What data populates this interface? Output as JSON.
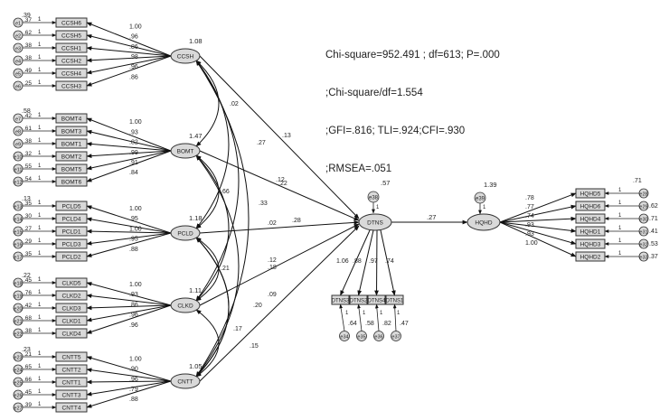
{
  "fit_stats": {
    "line1": "Chi-square=952.491 ; df=613; P=.000",
    "line2": ";Chi-square/df=1.554",
    "line3": ";GFI=.816; TLI=.924;CFI=.930",
    "line4": ";RMSEA=.051"
  },
  "latents": [
    {
      "id": "CCSH",
      "variance": "1.08"
    },
    {
      "id": "BOMT",
      "variance": "1.47"
    },
    {
      "id": "PCLD",
      "variance": "1.18"
    },
    {
      "id": "CLKD",
      "variance": "1.11"
    },
    {
      "id": "CNTT",
      "variance": "1.05"
    }
  ],
  "groups": [
    {
      "latent": "CCSH",
      "top_variance": ".39",
      "indicators": [
        "CCSH6",
        "CCSH5",
        "CCSH1",
        "CCSH2",
        "CCSH4",
        "CCSH3"
      ],
      "errors": [
        "e1",
        "e2",
        "e3",
        "e4",
        "e5",
        "e6"
      ],
      "err_vars": [
        ".37",
        ".62",
        ".38",
        ".38",
        ".49",
        ".25"
      ],
      "loadings": [
        "1.00",
        ".96",
        ".86",
        ".98",
        ".96",
        ".86"
      ]
    },
    {
      "latent": "BOMT",
      "top_variance": ".58",
      "indicators": [
        "BOMT4",
        "BOMT3",
        "BOMT1",
        "BOMT2",
        "BOMT5",
        "BOMT6"
      ],
      "errors": [
        "e7",
        "e8",
        "e9",
        "e10",
        "e11",
        "e12"
      ],
      "err_vars": [
        ".42",
        ".61",
        ".38",
        ".32",
        ".55",
        ".54"
      ],
      "loadings": [
        "1.00",
        ".93",
        ".82",
        ".99",
        ".91",
        ".84"
      ]
    },
    {
      "latent": "PCLD",
      "top_variance": ".13",
      "indicators": [
        "PCLD5",
        "PCLD4",
        "PCLD1",
        "PCLD3",
        "PCLD2"
      ],
      "errors": [
        "e13",
        "e14",
        "e15",
        "e16",
        "e17"
      ],
      "err_vars": [
        ".35",
        ".30",
        ".27",
        ".29",
        ".35"
      ],
      "loadings": [
        "1.00",
        ".95",
        "1.00",
        ".95",
        ".88"
      ]
    },
    {
      "latent": "CLKD",
      "top_variance": ".22",
      "indicators": [
        "CLKD5",
        "CLKD2",
        "CLKD3",
        "CLKD1",
        "CLKD4"
      ],
      "errors": [
        "e18",
        "e19",
        "e20",
        "e21",
        "e22"
      ],
      "err_vars": [
        ".45",
        ".76",
        ".42",
        ".68",
        ".38"
      ],
      "loadings": [
        "1.00",
        ".93",
        ".86",
        ".96",
        ".96"
      ]
    },
    {
      "latent": "CNTT",
      "top_variance": ".23",
      "indicators": [
        "CNTT5",
        "CNTT2",
        "CNTT1",
        "CNTT3",
        "CNTT4"
      ],
      "errors": [
        "e23",
        "e24",
        "e25",
        "e26",
        "e27"
      ],
      "err_vars": [
        ".21",
        ".65",
        ".66",
        ".45",
        ".39"
      ],
      "loadings": [
        "1.00",
        ".90",
        ".96",
        ".79",
        ".88"
      ]
    }
  ],
  "covariances": [
    ".02",
    ".27",
    ".13",
    ".66",
    ".22",
    ".21",
    ".12",
    ".20",
    ".09",
    ".15",
    ".17"
  ],
  "dtns": {
    "id": "DTNS",
    "variance": ".57",
    "disturbance": "e38",
    "paths_in": [
      ".28",
      ".12",
      ".02",
      ".33",
      ".18"
    ],
    "indicators": [
      "DTNS3",
      "DTNS2",
      "DTNS4",
      "DTNS1"
    ],
    "loadings": [
      "1.06",
      ".88",
      ".97",
      ".74"
    ],
    "errors": [
      "e34",
      "e35",
      "e36",
      "e37"
    ],
    "err_vars": [
      ".64",
      ".58",
      ".82",
      ".47"
    ],
    "one": "1"
  },
  "hqhd": {
    "id": "HQHD",
    "variance": "1.39",
    "disturbance": "e39",
    "path_in": ".27",
    "indicators": [
      "HQHD5",
      "HQHD6",
      "HQHD4",
      "HQHD1",
      "HQHD3",
      "HQHD2"
    ],
    "loadings": [
      ".78",
      ".77",
      ".74",
      ".93",
      ".93",
      "1.00"
    ],
    "errors": [
      "e28",
      "e29",
      "e30",
      "e31",
      "e32",
      "e33"
    ],
    "err_vars": [
      ".71",
      ".62",
      ".71",
      ".41",
      ".53",
      ".37"
    ]
  },
  "fixed_one": "1"
}
